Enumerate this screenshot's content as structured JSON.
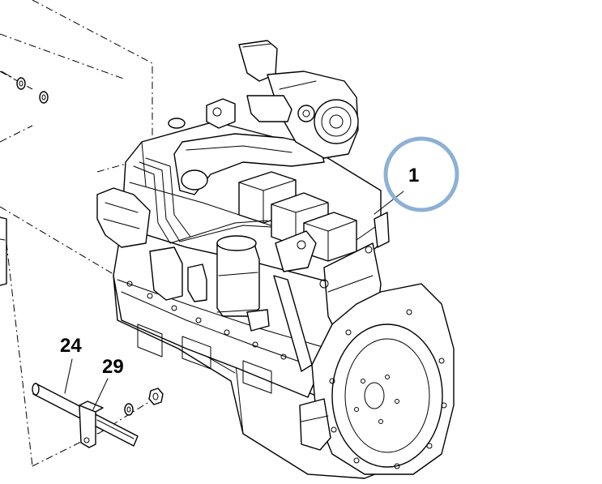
{
  "callouts": {
    "engine": "1",
    "rod": "24",
    "bracket": "29"
  },
  "highlight_color": "#8db0d6"
}
